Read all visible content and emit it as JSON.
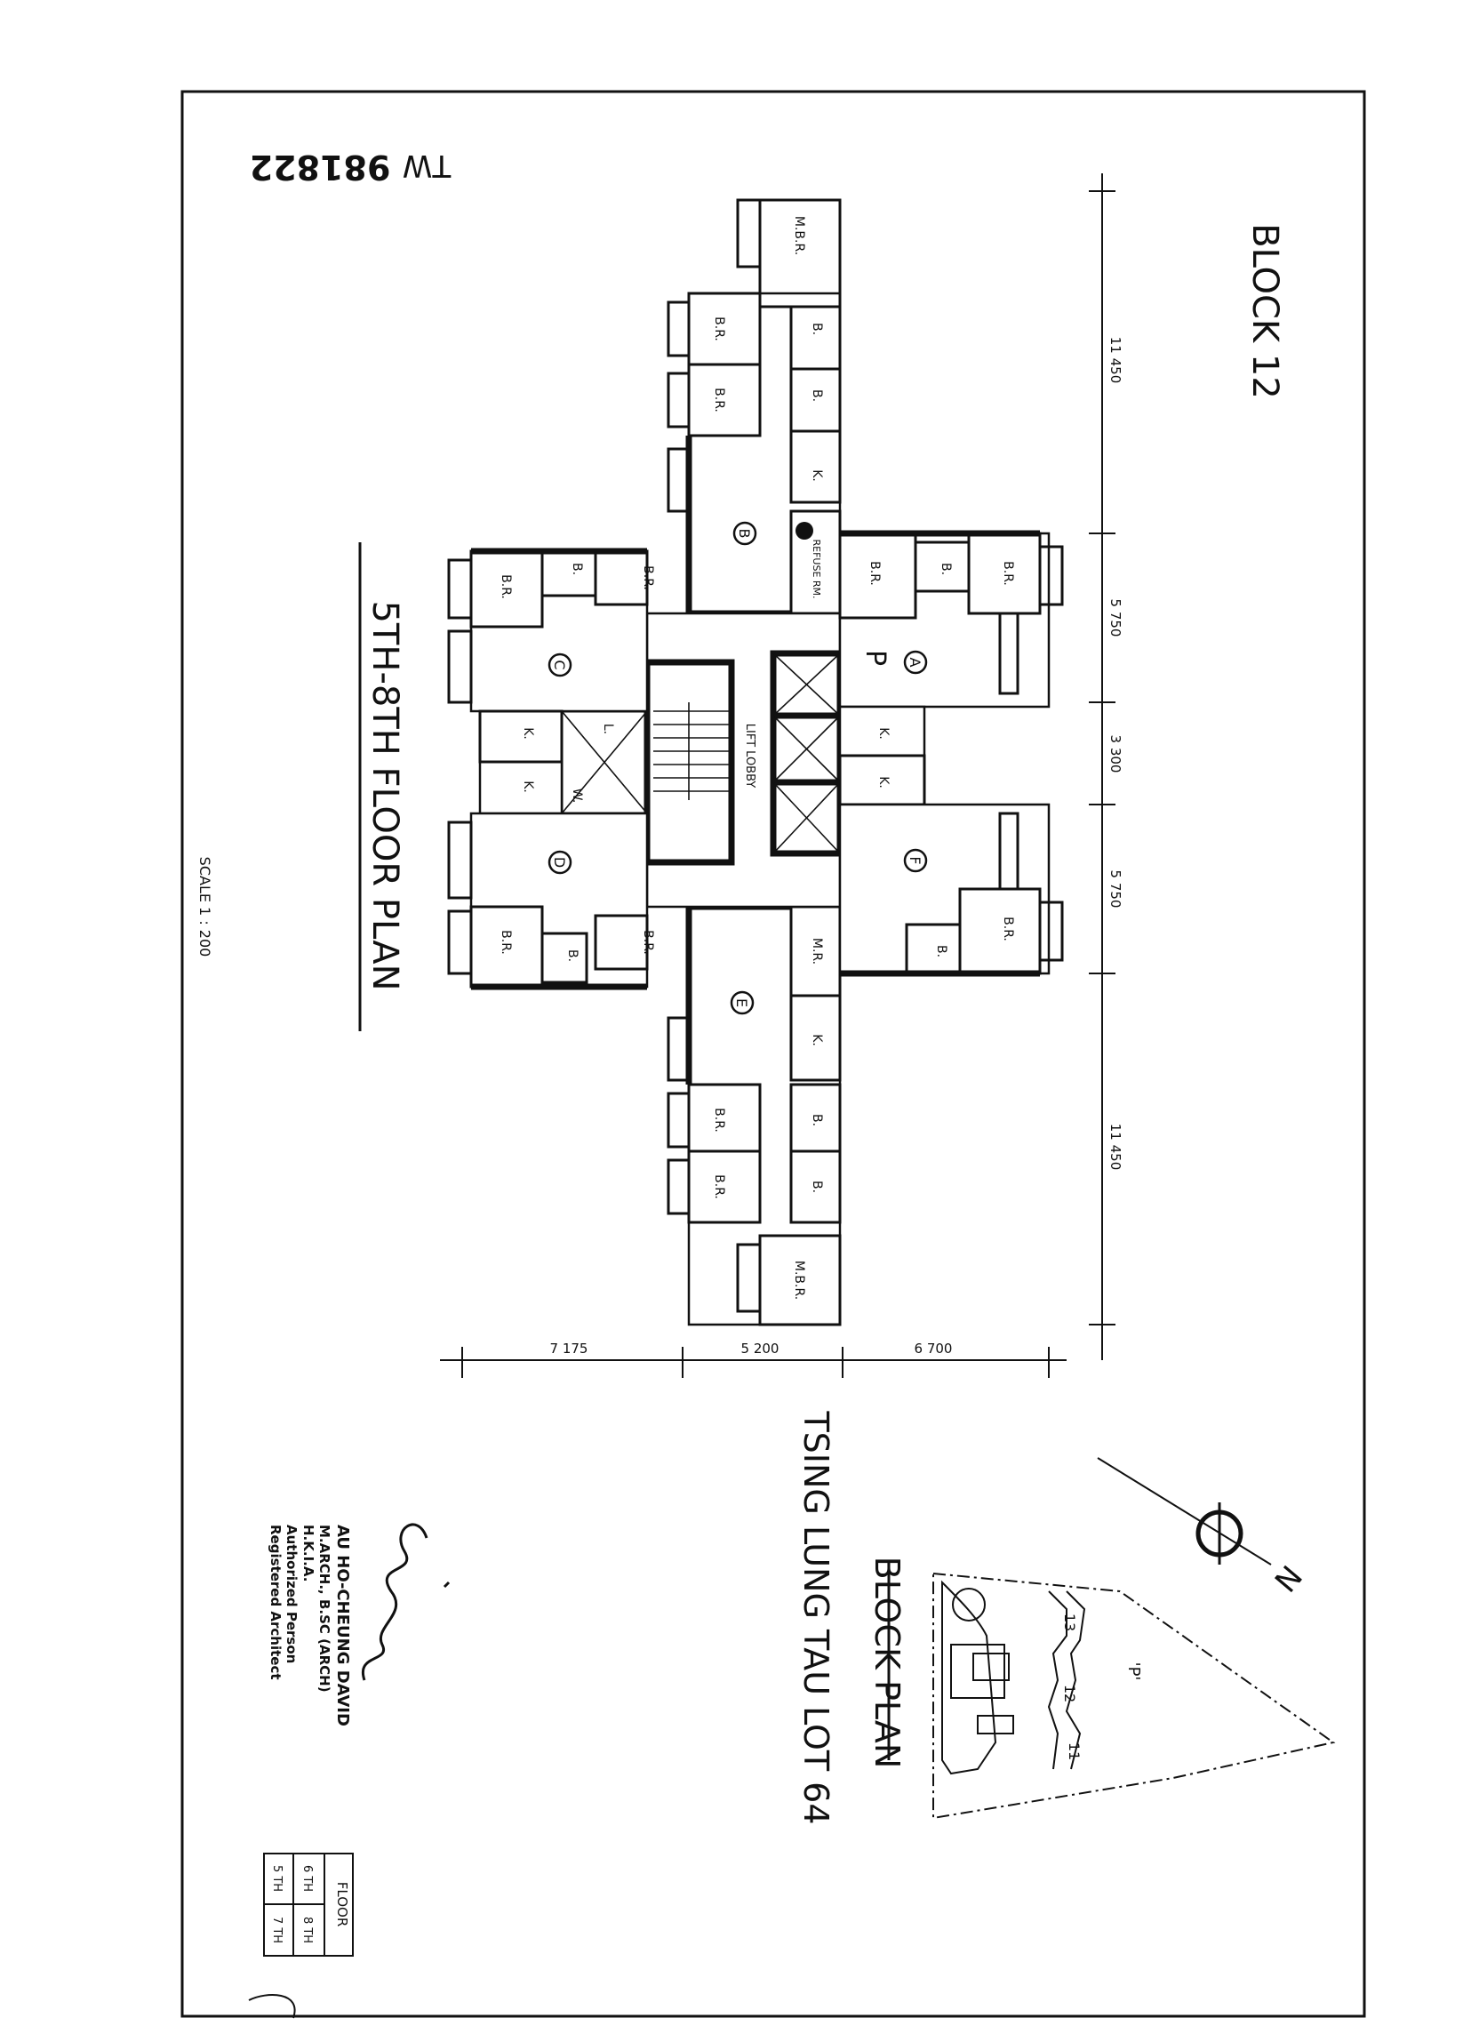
{
  "document": {
    "stamp_code": "981822",
    "stamp_initials": "TW",
    "block_title": "BLOCK 12",
    "plan_title": "5TH-8TH FLOOR PLAN",
    "scale": "SCALE 1 : 200",
    "site_title": "BLOCK PLAN",
    "lot_title": "TSING LUNG TAU LOT 64",
    "north_label": "N"
  },
  "dimensions": {
    "top": [
      "11 450",
      "5 750",
      "3 300",
      "5 750",
      "11 450"
    ],
    "left": [
      "7 175",
      "5 200",
      "6 700"
    ]
  },
  "units": {
    "A": "A",
    "B": "B",
    "C": "C",
    "D": "D",
    "E": "E",
    "F": "F"
  },
  "rooms": {
    "mbr": "M.B.R.",
    "br": "B.R.",
    "b": "B.",
    "k": "K.",
    "mr": "M.R.",
    "l": "L.",
    "w": "W.",
    "refuse": "REFUSE RM.",
    "lift_lobby": "LIFT LOBBY",
    "p_mark": "P"
  },
  "site_plan": {
    "p_label": "'P'",
    "blocks": [
      "13",
      "12",
      "11"
    ]
  },
  "architect": {
    "name": "AU HO-CHEUNG DAVID",
    "degrees": "M.ARCH., B.SC (ARCH)",
    "institute": "H.K.I.A.",
    "role1": "Authorized Person",
    "role2": "Registered Architect"
  },
  "floor_table": {
    "header": "FLOOR",
    "cells": [
      "6 TH",
      "8 TH",
      "5 TH",
      "7 TH"
    ]
  }
}
